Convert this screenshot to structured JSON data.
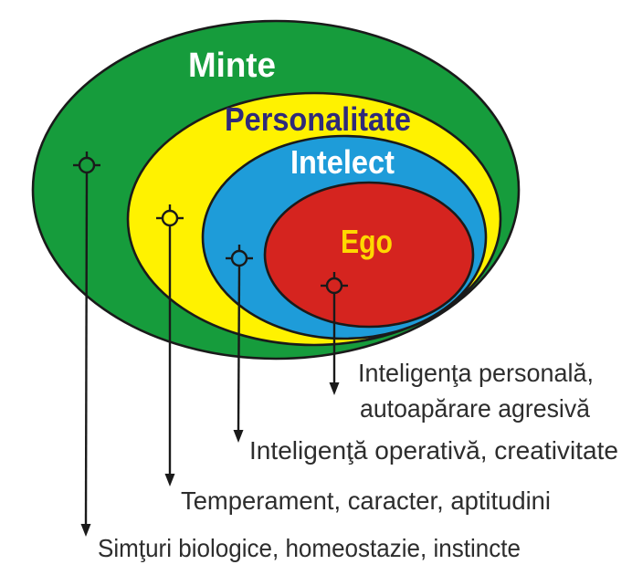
{
  "diagram": {
    "regions": [
      {
        "id": "minte",
        "label": "Minte",
        "color": "#169C3C",
        "label_color": "#FFFFFF"
      },
      {
        "id": "personalitate",
        "label": "Personalitate",
        "color": "#FFF200",
        "label_color": "#2F2A7A"
      },
      {
        "id": "intelect",
        "label": "Intelect",
        "color": "#1E9CD9",
        "label_color": "#FFFFFF"
      },
      {
        "id": "ego",
        "label": "Ego",
        "color": "#D5241F",
        "label_color": "#FFD800"
      }
    ],
    "annotations": [
      {
        "region": "minte",
        "lines": [
          "Simţuri biologice, homeostazie, instincte"
        ]
      },
      {
        "region": "personalitate",
        "lines": [
          "Temperament, caracter, aptitudini"
        ]
      },
      {
        "region": "intelect",
        "lines": [
          "Inteligenţă operativă, creativitate"
        ]
      },
      {
        "region": "ego",
        "lines": [
          "Inteligenţa personală,",
          "autoapărare agresivă"
        ]
      }
    ],
    "colors": {
      "outline": "#1A1A1A",
      "annotation_text": "#2D2D2D",
      "background": "#FFFFFF"
    }
  }
}
